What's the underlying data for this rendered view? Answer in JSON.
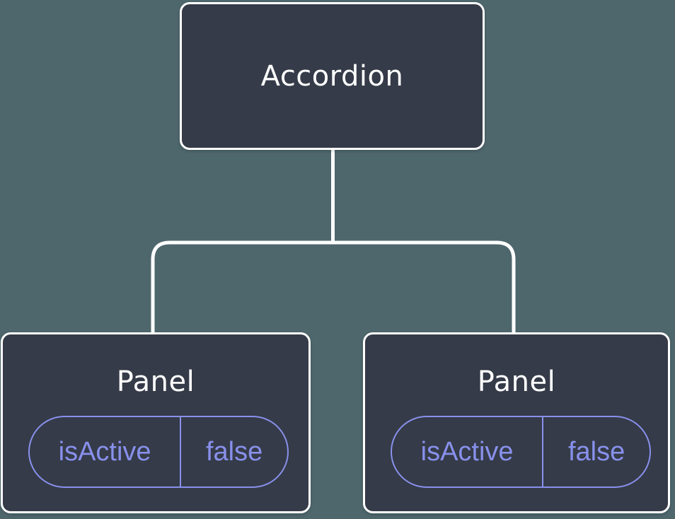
{
  "diagram": {
    "type": "component-tree",
    "root": {
      "label": "Accordion"
    },
    "children": [
      {
        "label": "Panel",
        "state": {
          "name": "isActive",
          "value": "false"
        }
      },
      {
        "label": "Panel",
        "state": {
          "name": "isActive",
          "value": "false"
        }
      }
    ],
    "colors": {
      "background": "#4E676D",
      "node_fill": "#353B48",
      "node_border": "#FFFFFF",
      "connector_line": "#FFFFFF",
      "node_title_text": "#FFFFFF",
      "state_accent": "#8890EC"
    }
  }
}
